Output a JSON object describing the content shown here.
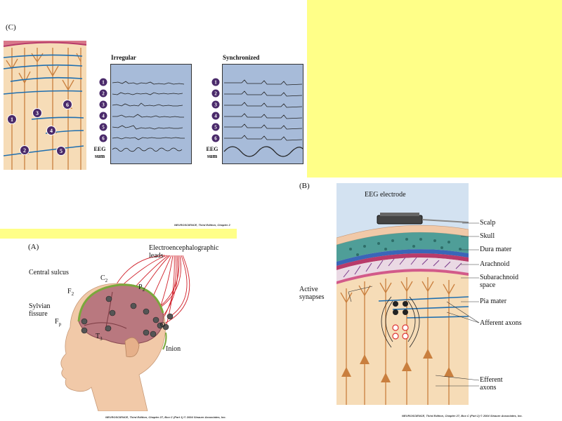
{
  "colors": {
    "yellow_block": "#ffff88",
    "trace_bg": "#a7bbd9",
    "cortex_bg": "#f6dcb7",
    "neuron": "#c97f3e",
    "axon_blue": "#1f6fb0",
    "badge": "#4a2a6a",
    "scalp": "#f1c9a8",
    "skull": "#4f9e98",
    "dura": "#3a66b8",
    "arachnoid": "#b83b6a"
  },
  "panel_c": {
    "letter": "(C)",
    "irregular_title": "Irregular",
    "synchronized_title": "Synchronized",
    "channels": [
      "1",
      "2",
      "3",
      "4",
      "5",
      "6"
    ],
    "eeg_sum_line1": "EEG",
    "eeg_sum_line2": "sum",
    "neuron_numbers": [
      "1",
      "2",
      "3",
      "4",
      "5",
      "6"
    ],
    "credit": "NEUROSCIENCE, Third Edition, Chapter 2"
  },
  "panel_a": {
    "letter": "(A)",
    "leads_label_line1": "Electroencephalographic",
    "leads_label_line2": "leads",
    "central_sulcus": "Central sulcus",
    "sylvian_line1": "Sylvian",
    "sylvian_line2": "fissure",
    "inion": "Inion",
    "electrodes": {
      "c2": "C",
      "c2_sub": "2",
      "f2": "F",
      "f2_sub": "2",
      "p2": "P",
      "p2_sub": "2",
      "fp": "F",
      "fp_sub": "p",
      "t3": "T",
      "t3_sub": "3",
      "o": "O"
    },
    "credit": "NEUROSCIENCE, Third Edition, Chapter 27, Box C (Part 1)   © 2004 Sinauer Associates, Inc."
  },
  "panel_b": {
    "letter": "(B)",
    "electrode": "EEG electrode",
    "scalp": "Scalp",
    "skull": "Skull",
    "dura": "Dura mater",
    "arachnoid": "Arachnoid",
    "subarachnoid_line1": "Subarachnoid",
    "subarachnoid_line2": "space",
    "pia": "Pia mater",
    "active_line1": "Active",
    "active_line2": "synapses",
    "afferent": "Afferent axons",
    "efferent_line1": "Efferent",
    "efferent_line2": "axons",
    "credit": "NEUROSCIENCE, Third Edition, Chapter 27, Box C (Part 2)   © 2004 Sinauer Associates, Inc."
  }
}
